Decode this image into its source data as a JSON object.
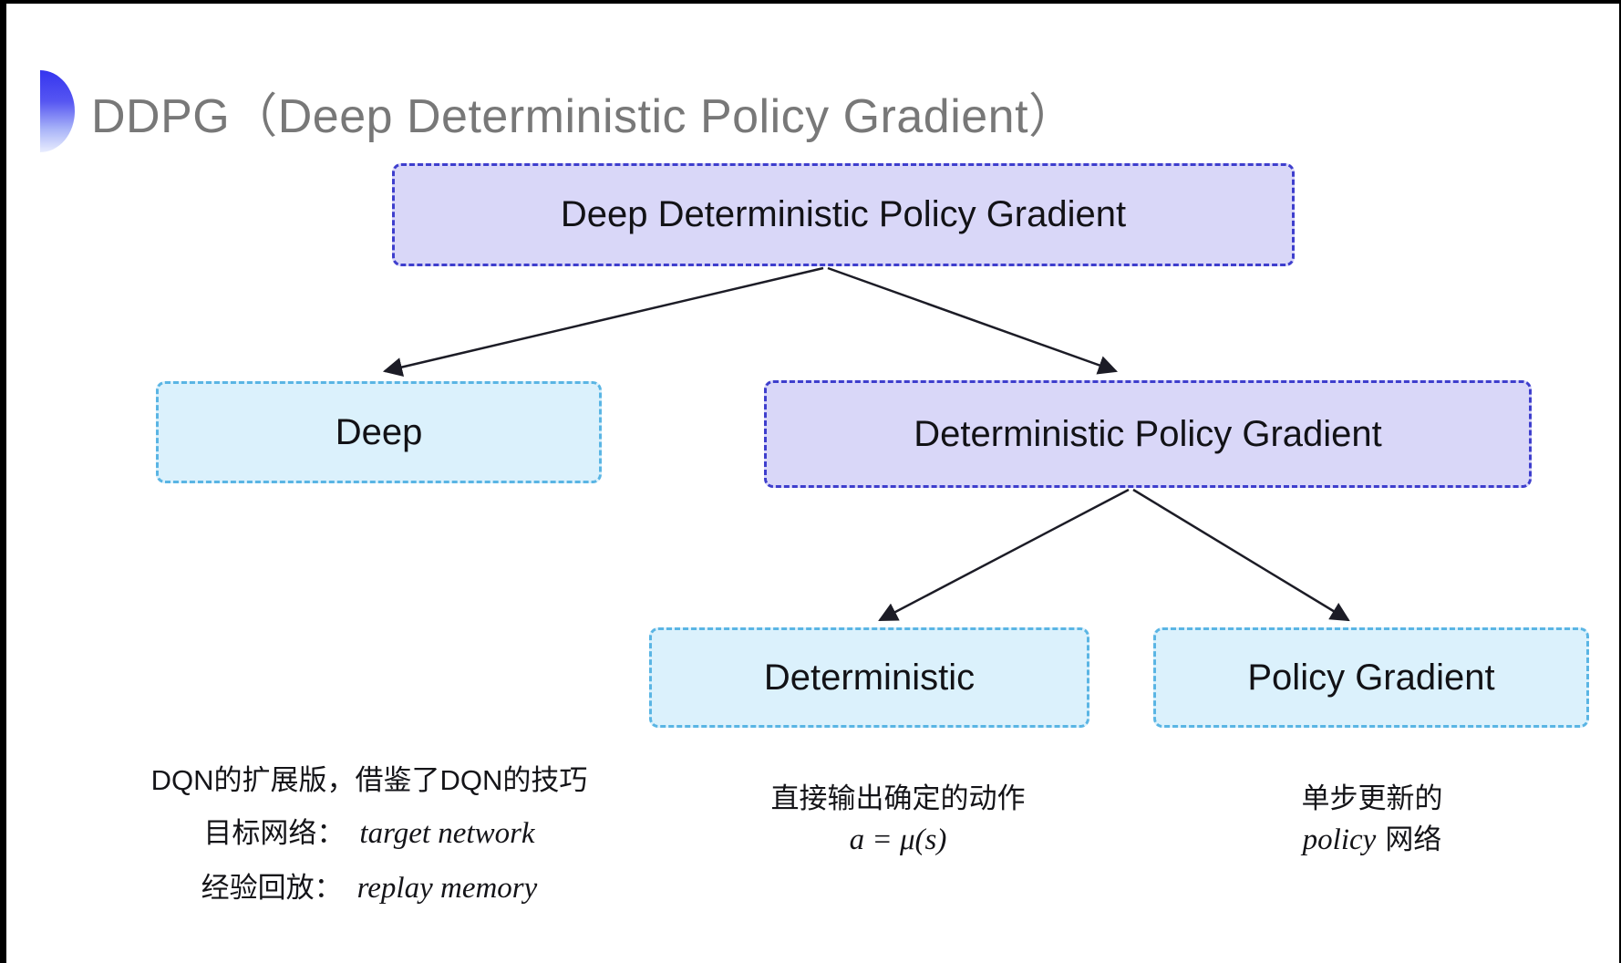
{
  "title": {
    "text": "DDPG（Deep Deterministic Policy Gradient）"
  },
  "tree": {
    "nodes": [
      {
        "id": "root",
        "label": "Deep Deterministic Policy Gradient",
        "variant": "purple"
      },
      {
        "id": "deep",
        "label": "Deep",
        "variant": "cyan"
      },
      {
        "id": "dpg",
        "label": "Deterministic Policy Gradient",
        "variant": "purple"
      },
      {
        "id": "deterministic",
        "label": "Deterministic",
        "variant": "cyan"
      },
      {
        "id": "policy-gradient",
        "label": "Policy Gradient",
        "variant": "cyan"
      }
    ],
    "edges": [
      {
        "from": "root",
        "to": "deep"
      },
      {
        "from": "root",
        "to": "dpg"
      },
      {
        "from": "dpg",
        "to": "deterministic"
      },
      {
        "from": "dpg",
        "to": "policy-gradient"
      }
    ]
  },
  "annotations": {
    "deep": {
      "line1": "DQN的扩展版，借鉴了DQN的技巧",
      "line2_zh": "目标网络：",
      "line2_en": "target network",
      "line3_zh": "经验回放：",
      "line3_en": "replay memory"
    },
    "deterministic": {
      "line1": "直接输出确定的动作",
      "formula": "a = μ(s)"
    },
    "policy_gradient": {
      "line1": "单步更新的",
      "line2_en": "policy",
      "line2_zh": "网络"
    }
  },
  "colors": {
    "purple_fill": "#d9d7f8",
    "purple_border": "#3e3ecd",
    "cyan_fill": "#dbf1fc",
    "cyan_border": "#5ab5e4",
    "arrow_color": "#1c1c26",
    "title_color": "#787878",
    "bullet_top": "#3434ef"
  }
}
